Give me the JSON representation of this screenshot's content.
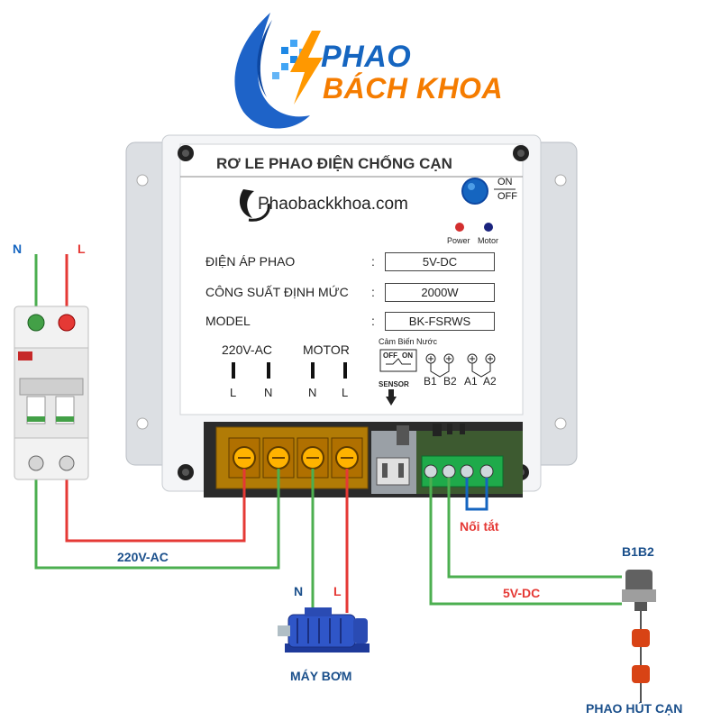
{
  "logo": {
    "line1": "PHAO",
    "line2": "BÁCH KHOA"
  },
  "relay": {
    "title": "RƠ LE PHAO ĐIỆN CHỐNG CẠN",
    "website": "Phaobackkhoa.com",
    "switch": {
      "on": "ON",
      "off": "OFF"
    },
    "leds": {
      "power": "Power",
      "motor": "Motor"
    },
    "specs": [
      {
        "label": "ĐIỆN ÁP PHAO",
        "value": "5V-DC"
      },
      {
        "label": "CÔNG SUẤT ĐỊNH MỨC",
        "value": "2000W"
      },
      {
        "label": "MODEL",
        "value": "BK-FSRWS"
      }
    ],
    "power_terminals": {
      "ac_label": "220V-AC",
      "motor_label": "MOTOR",
      "pins": [
        "L",
        "N",
        "N",
        "L"
      ]
    },
    "sensor": {
      "title": "Cảm Biến Nước",
      "switch_off": "OFF",
      "switch_on": "ON",
      "sensor_label": "SENSOR",
      "pins": [
        "B1",
        "B2",
        "A1",
        "A2"
      ]
    }
  },
  "breaker": {
    "n_label": "N",
    "l_label": "L"
  },
  "annotations": {
    "ac_wire": "220V-AC",
    "short_label": "Nối tắt",
    "dc_wire": "5V-DC",
    "float_pins": "B1B2",
    "pump": "MÁY BƠM",
    "pump_n": "N",
    "pump_l": "L",
    "float": "PHAO HÚT CẠN"
  },
  "colors": {
    "neutral_wire": "#4caf50",
    "live_wire": "#e53935",
    "short_wire": "#1565c0",
    "logo_blue": "#1565c0",
    "logo_orange": "#f57c00",
    "pump_blue": "#2f56c8",
    "float_red": "#d84315"
  }
}
